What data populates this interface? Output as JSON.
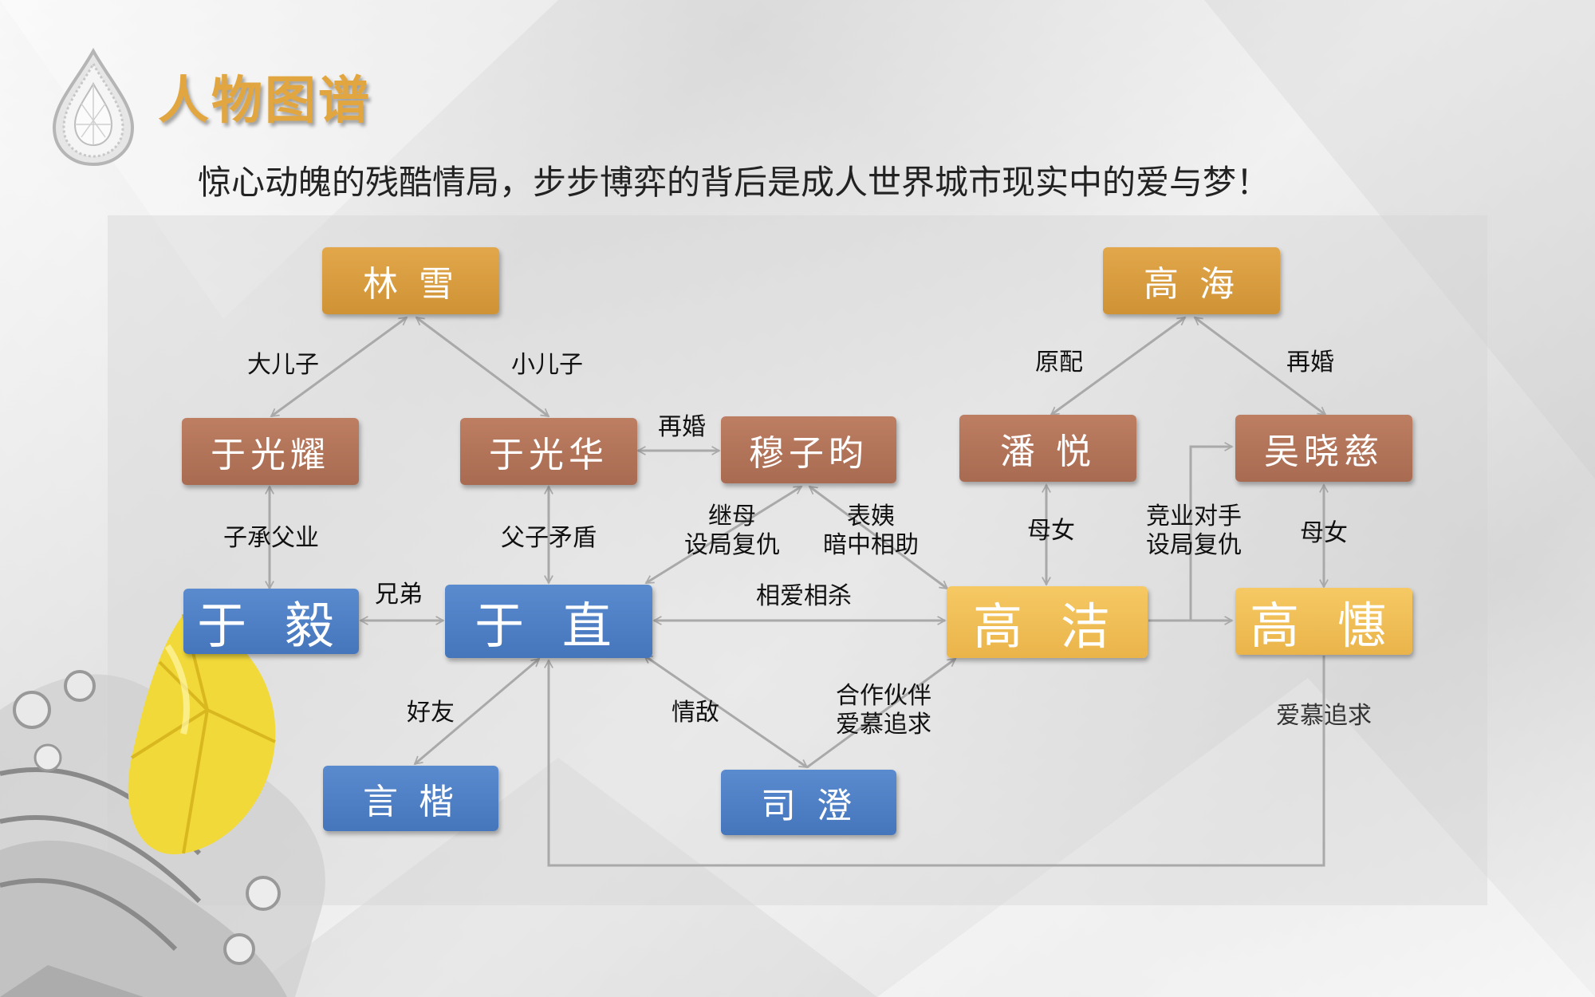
{
  "header": {
    "title": "人物图谱",
    "subtitle": "惊心动魄的残酷情局，步步博弈的背后是成人世界城市现实中的爱与梦！"
  },
  "colors": {
    "title": "#e2a640",
    "gold_node": "#d99e3f",
    "brown_node": "#b07458",
    "blue_node": "#4f80c4",
    "yellow_node": "#f0bd55",
    "line": "#a9a9a9"
  },
  "nodes": {
    "lin_xue": "林 雪",
    "gao_hai": "高 海",
    "yu_guangyao": "于光耀",
    "yu_guanghua": "于光华",
    "mu_ziyun": "穆子昀",
    "pan_yue": "潘 悦",
    "wu_xiaoci": "吴晓慈",
    "yu_yi": "于 毅",
    "yu_zhi": "于 直",
    "gao_jie": "高 洁",
    "gao_hui": "高 憓",
    "yan_kai": "言 楷",
    "si_cheng": "司 澄"
  },
  "relations": {
    "eldest_son": "大儿子",
    "youngest_son": "小儿子",
    "remarried_1": "再婚",
    "original_spouse": "原配",
    "remarried_2": "再婚",
    "son_inherits": "子承父业",
    "father_son_conflict": "父子矛盾",
    "stepmother": "继母\n设局复仇",
    "aunt": "表姨\n暗中相助",
    "mother_daughter_1": "母女",
    "rival": "竞业对手\n设局复仇",
    "mother_daughter_2": "母女",
    "brothers": "兄弟",
    "love_and_kill": "相爱相杀",
    "friends": "好友",
    "love_rival": "情敌",
    "partner": "合作伙伴\n爱慕追求",
    "admire": "爱慕追求"
  }
}
